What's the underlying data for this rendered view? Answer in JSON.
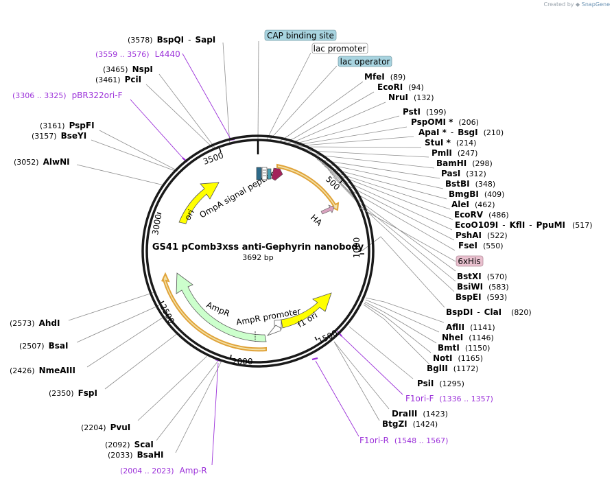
{
  "credit": {
    "prefix": "Created by",
    "brand": "SnapGene"
  },
  "plasmid": {
    "name": "GS41 pComb3xss anti-Gephyrin nanobody",
    "length_label": "3692 bp",
    "length": 3692
  },
  "colors": {
    "enzyme": "#000000",
    "primer": "#9b30d9",
    "ring": "#1a1a1a",
    "ori": "#ffff00",
    "amp": "#ccffcc",
    "ompa": "#2e8b9e",
    "his": "#e9c1cf",
    "cap": "#a8d4e0"
  },
  "ticks": [
    "500",
    "1000",
    "1500",
    "2000",
    "2500",
    "3000",
    "3500"
  ],
  "enzymes": [
    {
      "name": "BspQI",
      "extra": "SapI",
      "pos": "(3578)"
    },
    {
      "name": "NspI",
      "pos": "(3465)"
    },
    {
      "name": "PciI",
      "pos": "(3461)"
    },
    {
      "name": "PspFI",
      "pos": "(3161)"
    },
    {
      "name": "BseYI",
      "pos": "(3157)"
    },
    {
      "name": "AlwNI",
      "pos": "(3052)"
    },
    {
      "name": "MfeI",
      "pos": "(89)"
    },
    {
      "name": "EcoRI",
      "pos": "(94)"
    },
    {
      "name": "NruI",
      "pos": "(132)"
    },
    {
      "name": "PstI",
      "pos": "(199)"
    },
    {
      "name": "PspOMI *",
      "pos": "(206)"
    },
    {
      "name": "ApaI *",
      "extra": "BsgI",
      "pos": "(210)"
    },
    {
      "name": "StuI *",
      "pos": "(214)"
    },
    {
      "name": "PmlI",
      "pos": "(247)"
    },
    {
      "name": "BamHI",
      "pos": "(298)"
    },
    {
      "name": "PasI",
      "pos": "(312)"
    },
    {
      "name": "BstBI",
      "pos": "(348)"
    },
    {
      "name": "BmgBI",
      "pos": "(409)"
    },
    {
      "name": "AleI",
      "pos": "(462)"
    },
    {
      "name": "EcoRV",
      "pos": "(486)"
    },
    {
      "name": "EcoO109I",
      "extra": "KflI",
      "extra2": "PpuMI",
      "pos": "(517)"
    },
    {
      "name": "PshAI",
      "pos": "(522)"
    },
    {
      "name": "FseI",
      "pos": "(550)"
    },
    {
      "name": "BstXI",
      "pos": "(570)"
    },
    {
      "name": "BsiWI",
      "pos": "(583)"
    },
    {
      "name": "BspEI",
      "pos": "(593)"
    },
    {
      "name": "BspDI",
      "extra": "ClaI",
      "pos": "(820)"
    },
    {
      "name": "AflII",
      "pos": "(1141)"
    },
    {
      "name": "NheI",
      "pos": "(1146)"
    },
    {
      "name": "BmtI",
      "pos": "(1150)"
    },
    {
      "name": "NotI",
      "pos": "(1165)"
    },
    {
      "name": "BglII",
      "pos": "(1172)"
    },
    {
      "name": "PsiI",
      "pos": "(1295)"
    },
    {
      "name": "DraIII",
      "pos": "(1423)"
    },
    {
      "name": "BtgZI",
      "pos": "(1424)"
    },
    {
      "name": "AhdI",
      "pos": "(2573)"
    },
    {
      "name": "BsaI",
      "pos": "(2507)"
    },
    {
      "name": "NmeAIII",
      "pos": "(2426)"
    },
    {
      "name": "FspI",
      "pos": "(2350)"
    },
    {
      "name": "PvuI",
      "pos": "(2204)"
    },
    {
      "name": "ScaI",
      "pos": "(2092)"
    },
    {
      "name": "BsaHI",
      "pos": "(2033)"
    }
  ],
  "primers": [
    {
      "name": "L4440",
      "range": "(3559 .. 3576)"
    },
    {
      "name": "pBR322ori-F",
      "range": "(3306 .. 3325)"
    },
    {
      "name": "F1ori-F",
      "range": "(1336 .. 1357)"
    },
    {
      "name": "F1ori-R",
      "range": "(1548 .. 1567)"
    },
    {
      "name": "Amp-R",
      "range": "(2004 .. 2023)"
    }
  ],
  "feature_boxes": [
    "CAP binding site",
    "lac promoter",
    "lac operator",
    "6xHis"
  ],
  "features": {
    "ompa": "OmpA signal peptide",
    "ori": "ori",
    "ampr": "AmpR",
    "ampr_promoter": "AmpR promoter",
    "f1ori": "f1 ori",
    "ha": "HA"
  }
}
